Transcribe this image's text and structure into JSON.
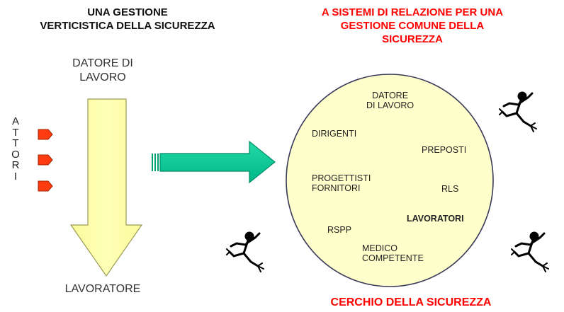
{
  "left_title": [
    "UNA GESTIONE",
    "VERTICISTICA DELLA SICUREZZA"
  ],
  "right_title": [
    "A SISTEMI DI RELAZIONE PER UNA",
    "GESTIONE COMUNE DELLA",
    "SICUREZZA"
  ],
  "hierarchy": {
    "top": [
      "DATORE DI",
      "LAVORO"
    ],
    "bottom": "LAVORATORE"
  },
  "actors_label": [
    "A",
    "T",
    "T",
    "O",
    "R",
    "I"
  ],
  "circle": {
    "datore": [
      "DATORE",
      "DI LAVORO"
    ],
    "dirigenti": "DIRIGENTI",
    "preposti": "PREPOSTI",
    "progettisti": [
      "PROGETTISTI",
      "FORNITORI"
    ],
    "rls": "RLS",
    "lavoratori": "LAVORATORI",
    "rspp": "RSPP",
    "medico": [
      "MEDICO",
      "COMPETENTE"
    ]
  },
  "footer": "CERCHIO DELLA SICUREZZA",
  "colors": {
    "accent_red": "#ff0000",
    "arrow_yellow": "#ffff99",
    "arrow_green": "#00cc99",
    "circle_fill": "#ffffcc",
    "actor_arrow": "#ff3300"
  },
  "icons": [
    "dancing-figure-icon",
    "dancing-figure-icon",
    "dancing-figure-icon"
  ]
}
